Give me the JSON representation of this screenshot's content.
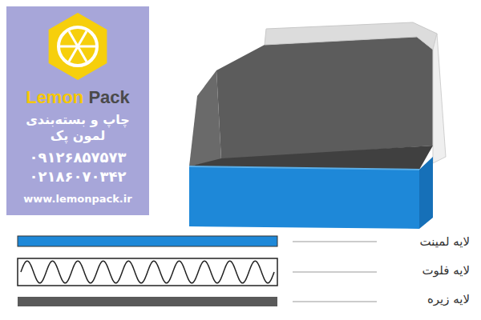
{
  "diagram": {
    "nodes": [
      {
        "text": [
          "Lemon Pack",
          "چاپ و بسته‌بندی لمون پک",
          "۰۹۱۲۶۸۵۷۵۷۳",
          "۰۲۱۸۶۰۷۰۳۴۲",
          "www.lemonpack.ir"
        ]
      }
    ],
    "labels": [
      "لایه لمینت",
      "لایه فلوت",
      "لایه زیره"
    ]
  }
}
